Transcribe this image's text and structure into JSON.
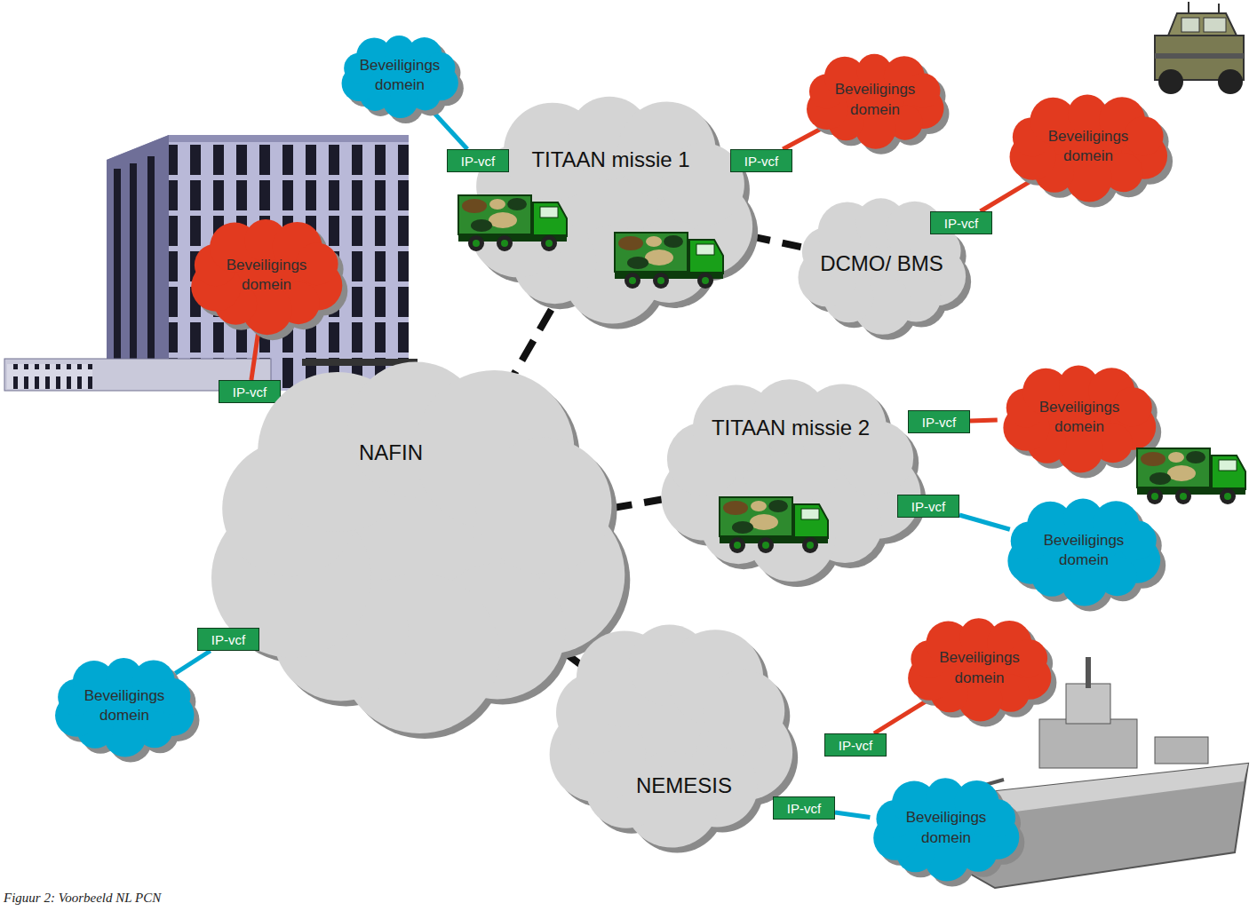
{
  "diagram": {
    "caption": "Figuur 2: Voorbeeld NL PCN",
    "nodes": [
      {
        "text": [
          "Beveiligings domein"
        ]
      },
      {
        "text": [
          "TITAAN missie 1"
        ]
      },
      {
        "text": [
          "IP-vcf"
        ]
      },
      {
        "text": [
          "Beveiligings domein"
        ]
      },
      {
        "text": [
          "IP-vcf"
        ]
      },
      {
        "text": [
          "Beveiligings domein"
        ]
      },
      {
        "text": [
          "DCMO/ BMS"
        ]
      },
      {
        "text": [
          "IP-vcf"
        ]
      },
      {
        "text": [
          "Beveiligings domein"
        ]
      },
      {
        "text": [
          "IP-vcf"
        ]
      },
      {
        "text": [
          "NAFIN"
        ]
      },
      {
        "text": [
          "TITAAN missie 2"
        ]
      },
      {
        "text": [
          "Beveiligings domein"
        ]
      },
      {
        "text": [
          "IP-vcf"
        ]
      },
      {
        "text": [
          "IP-vcf"
        ]
      },
      {
        "text": [
          "Beveiligings domein"
        ]
      },
      {
        "text": [
          "IP-vcf"
        ]
      },
      {
        "text": [
          "Beveiligings domein"
        ]
      },
      {
        "text": [
          "Beveiligings domein"
        ]
      },
      {
        "text": [
          "NEMESIS"
        ]
      },
      {
        "text": [
          "IP-vcf"
        ]
      },
      {
        "text": [
          "IP-vcf"
        ]
      },
      {
        "text": [
          "Beveiligings domein"
        ]
      }
    ],
    "edges": [
      {
        "from": 0,
        "to": 2,
        "arrow": "none"
      },
      {
        "from": 4,
        "to": 3,
        "arrow": "none"
      },
      {
        "from": 7,
        "to": 5,
        "arrow": "none"
      },
      {
        "from": 8,
        "to": 9,
        "arrow": "none"
      },
      {
        "from": 13,
        "to": 12,
        "arrow": "none"
      },
      {
        "from": 14,
        "to": 15,
        "arrow": "none"
      },
      {
        "from": 16,
        "to": 17,
        "arrow": "none"
      },
      {
        "from": 20,
        "to": 18,
        "arrow": "none"
      },
      {
        "from": 21,
        "to": 22,
        "arrow": "none"
      },
      {
        "from": 10,
        "to": 1,
        "arrow": "none"
      },
      {
        "from": 1,
        "to": 6,
        "arrow": "none"
      },
      {
        "from": 10,
        "to": 11,
        "arrow": "none"
      },
      {
        "from": 10,
        "to": 19,
        "arrow": "none"
      }
    ]
  }
}
